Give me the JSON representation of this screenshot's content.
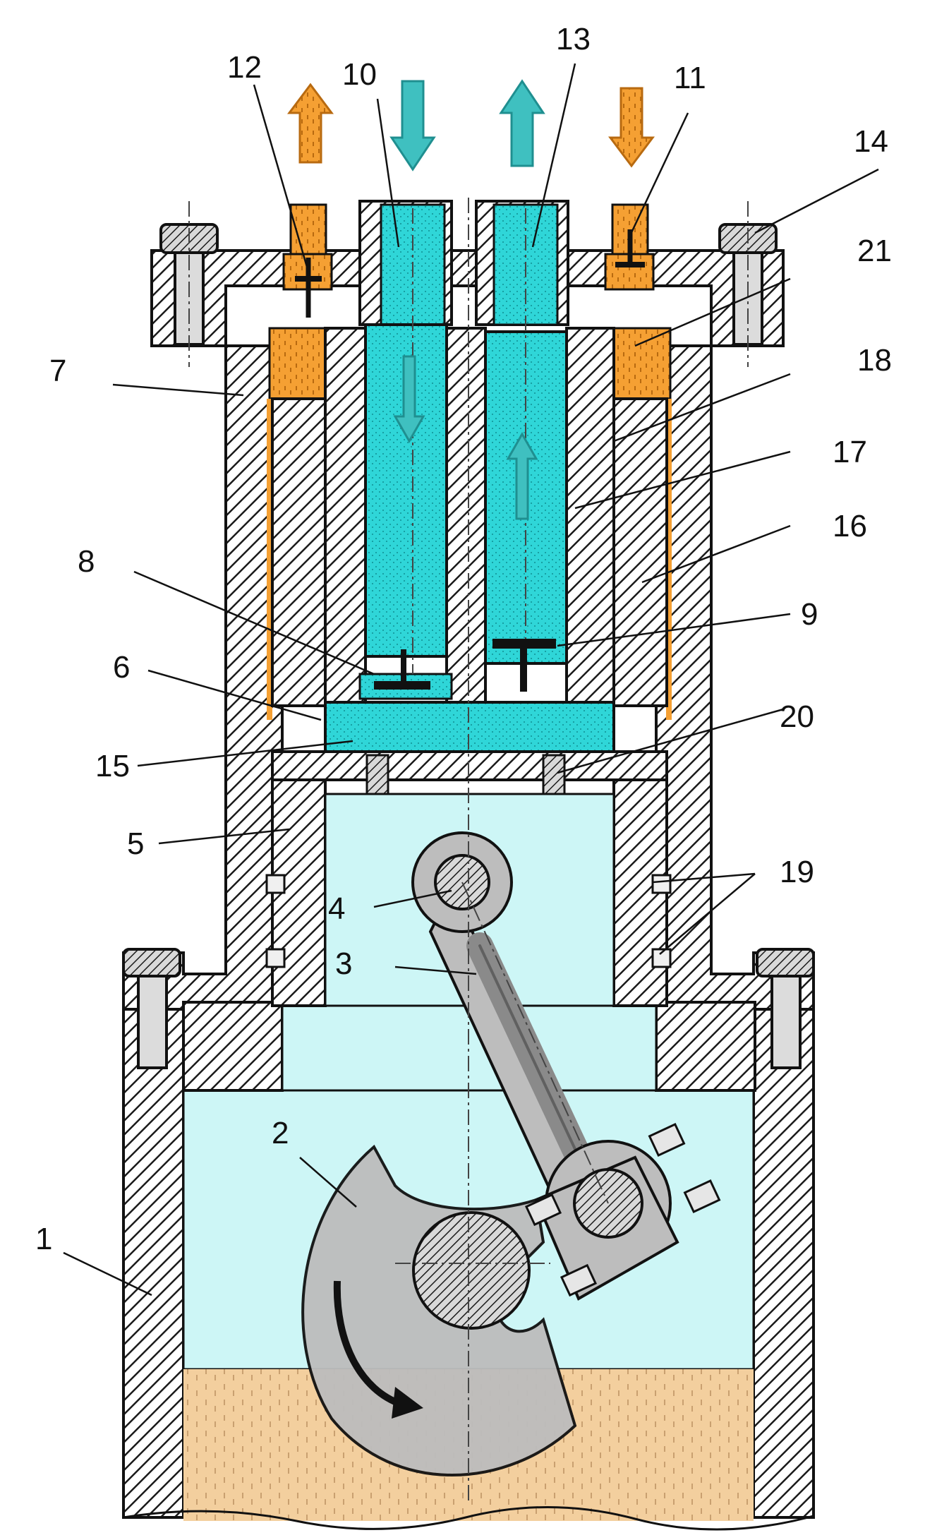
{
  "labels": {
    "l1": "1",
    "l2": "2",
    "l3": "3",
    "l4": "4",
    "l5": "5",
    "l6": "6",
    "l7": "7",
    "l8": "8",
    "l9": "9",
    "l10": "10",
    "l11": "11",
    "l12": "12",
    "l13": "13",
    "l14": "14",
    "l15": "15",
    "l16": "16",
    "l17": "17",
    "l18": "18",
    "l19": "19",
    "l20": "20",
    "l21": "21"
  },
  "colors": {
    "metal_hatch": "#2b2b2b",
    "gas": "#2fd6d8",
    "gas_arrow": "#3fc0c0",
    "oil": "#f5a033",
    "crankcase_air": "#cdf6f6",
    "oil_sump": "#f3cf9e",
    "moving_parts": "#bdbdbd"
  },
  "icons": [
    "gas-inlet-arrow",
    "gas-outlet-arrow",
    "oil-inlet-arrow",
    "oil-outlet-arrow",
    "rotation-arrow"
  ]
}
